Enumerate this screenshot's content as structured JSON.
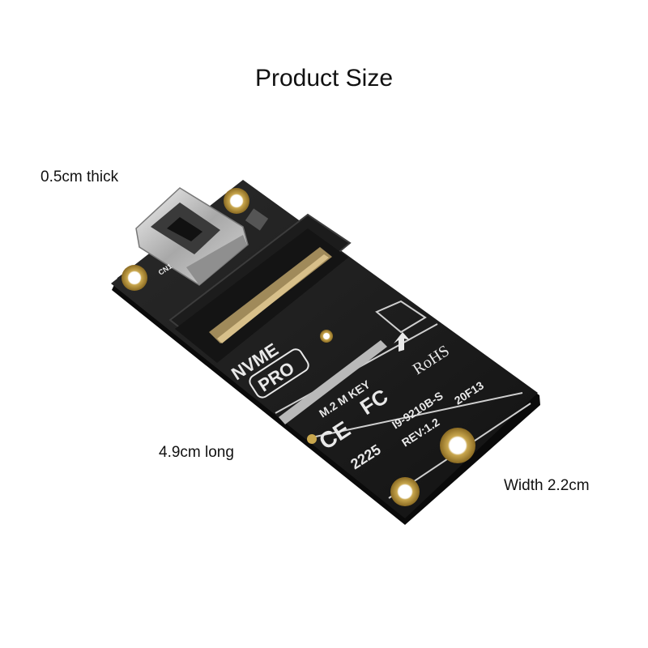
{
  "title": "Product Size",
  "dimensions": {
    "thickness": "0.5cm thick",
    "length": "4.9cm long",
    "width": "Width 2.2cm"
  },
  "board_markings": {
    "nvme": "NVME",
    "pro": "PRO",
    "key": "M.2 M KEY",
    "fcc": "FC",
    "rohs": "RoHS",
    "model": "I9-9210B-S",
    "rev": "REV:1.2",
    "date": "20F13",
    "ce": "CE",
    "connector": "CN1",
    "code": "2225"
  }
}
